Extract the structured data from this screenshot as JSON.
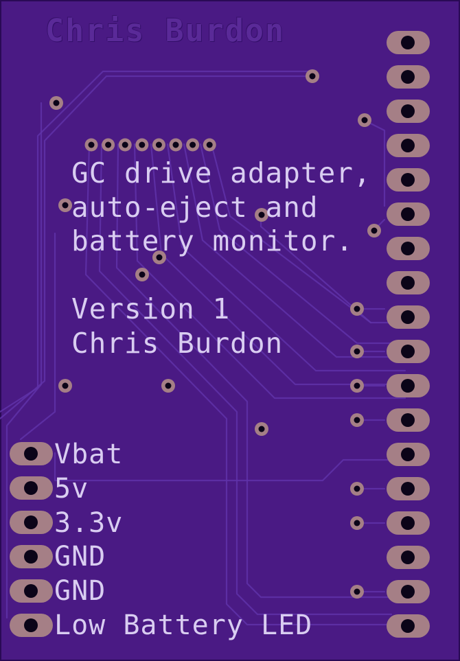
{
  "board": {
    "colors": {
      "substrate": "#4a1a84",
      "copper_trace": "#5f33a8",
      "pad_ring": "#a57f86",
      "drill": "#0b0418",
      "silkscreen": "#d9cdf1"
    },
    "etched_name": "Chris Burdon",
    "description_lines": [
      "GC drive adapter,",
      "auto-eject and",
      "battery monitor."
    ],
    "version": "Version 1",
    "author": "Chris Burdon",
    "pin_labels": [
      "Vbat",
      "5v",
      "3.3v",
      "GND",
      "GND",
      "Low Battery LED"
    ]
  }
}
